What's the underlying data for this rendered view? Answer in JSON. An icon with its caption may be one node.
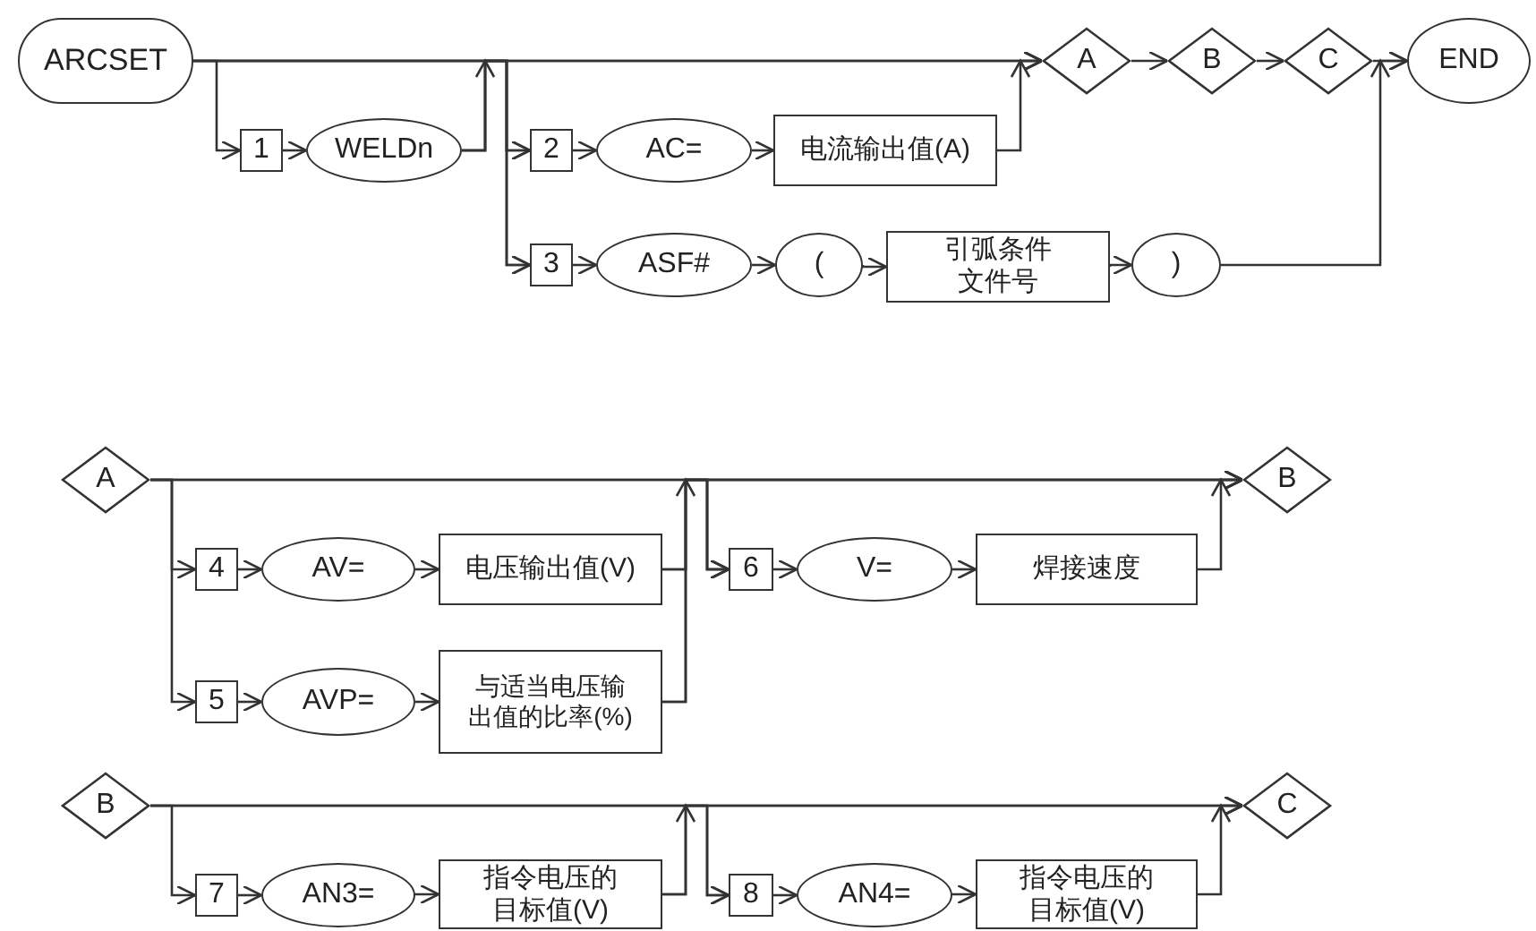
{
  "diagram": {
    "nodes": [
      {
        "text": [
          "ARCSET"
        ]
      },
      {
        "text": [
          "1"
        ]
      },
      {
        "text": [
          "WELDn"
        ]
      },
      {
        "text": [
          "2"
        ]
      },
      {
        "text": [
          "AC="
        ]
      },
      {
        "text": [
          "电流输出值(A)"
        ]
      },
      {
        "text": [
          "3"
        ]
      },
      {
        "text": [
          "ASF#"
        ]
      },
      {
        "text": [
          "("
        ]
      },
      {
        "text": [
          "引弧条件文件号"
        ]
      },
      {
        "text": [
          ")"
        ]
      },
      {
        "text": [
          "A"
        ]
      },
      {
        "text": [
          "B"
        ]
      },
      {
        "text": [
          "C"
        ]
      },
      {
        "text": [
          "END"
        ]
      },
      {
        "text": [
          "A"
        ]
      },
      {
        "text": [
          "4"
        ]
      },
      {
        "text": [
          "AV="
        ]
      },
      {
        "text": [
          "电压输出值(V)"
        ]
      },
      {
        "text": [
          "5"
        ]
      },
      {
        "text": [
          "AVP="
        ]
      },
      {
        "text": [
          "与适当电压输出值的比率(%)"
        ]
      },
      {
        "text": [
          "6"
        ]
      },
      {
        "text": [
          "V="
        ]
      },
      {
        "text": [
          "焊接速度"
        ]
      },
      {
        "text": [
          "B"
        ]
      },
      {
        "text": [
          "B"
        ]
      },
      {
        "text": [
          "7"
        ]
      },
      {
        "text": [
          "AN3="
        ]
      },
      {
        "text": [
          "指令电压的目标值(V)"
        ]
      },
      {
        "text": [
          "8"
        ]
      },
      {
        "text": [
          "AN4="
        ]
      },
      {
        "text": [
          "指令电压的目标值(V)"
        ]
      },
      {
        "text": [
          "C"
        ]
      }
    ],
    "edges": [
      {
        "from": 0,
        "to": 1,
        "arrow": "to"
      },
      {
        "from": 1,
        "to": 2,
        "arrow": "to"
      },
      {
        "from": 0,
        "to": 3,
        "arrow": "to"
      },
      {
        "from": 0,
        "to": 6,
        "arrow": "to"
      },
      {
        "from": 0,
        "to": 11,
        "arrow": "to"
      },
      {
        "from": 2,
        "to": 3,
        "arrow": "to"
      },
      {
        "from": 2,
        "to": 6,
        "arrow": "to"
      },
      {
        "from": 2,
        "to": 11,
        "arrow": "to"
      },
      {
        "from": 3,
        "to": 4,
        "arrow": "to"
      },
      {
        "from": 4,
        "to": 5,
        "arrow": "to"
      },
      {
        "from": 5,
        "to": 11,
        "arrow": "to"
      },
      {
        "from": 6,
        "to": 7,
        "arrow": "to"
      },
      {
        "from": 7,
        "to": 8,
        "arrow": "to"
      },
      {
        "from": 8,
        "to": 9,
        "arrow": "to"
      },
      {
        "from": 9,
        "to": 10,
        "arrow": "to"
      },
      {
        "from": 10,
        "to": 14,
        "arrow": "to"
      },
      {
        "from": 11,
        "to": 12,
        "arrow": "to"
      },
      {
        "from": 12,
        "to": 13,
        "arrow": "to"
      },
      {
        "from": 13,
        "to": 14,
        "arrow": "to"
      },
      {
        "from": 15,
        "to": 16,
        "arrow": "to"
      },
      {
        "from": 15,
        "to": 19,
        "arrow": "to"
      },
      {
        "from": 15,
        "to": 22,
        "arrow": "to"
      },
      {
        "from": 15,
        "to": 25,
        "arrow": "to"
      },
      {
        "from": 16,
        "to": 17,
        "arrow": "to"
      },
      {
        "from": 17,
        "to": 18,
        "arrow": "to"
      },
      {
        "from": 18,
        "to": 22,
        "arrow": "to"
      },
      {
        "from": 18,
        "to": 25,
        "arrow": "to"
      },
      {
        "from": 19,
        "to": 20,
        "arrow": "to"
      },
      {
        "from": 20,
        "to": 21,
        "arrow": "to"
      },
      {
        "from": 21,
        "to": 22,
        "arrow": "to"
      },
      {
        "from": 21,
        "to": 25,
        "arrow": "to"
      },
      {
        "from": 22,
        "to": 23,
        "arrow": "to"
      },
      {
        "from": 23,
        "to": 24,
        "arrow": "to"
      },
      {
        "from": 24,
        "to": 25,
        "arrow": "to"
      },
      {
        "from": 26,
        "to": 27,
        "arrow": "to"
      },
      {
        "from": 26,
        "to": 30,
        "arrow": "to"
      },
      {
        "from": 26,
        "to": 33,
        "arrow": "to"
      },
      {
        "from": 27,
        "to": 28,
        "arrow": "to"
      },
      {
        "from": 28,
        "to": 29,
        "arrow": "to"
      },
      {
        "from": 29,
        "to": 30,
        "arrow": "to"
      },
      {
        "from": 29,
        "to": 33,
        "arrow": "to"
      },
      {
        "from": 30,
        "to": 31,
        "arrow": "to"
      },
      {
        "from": 31,
        "to": 32,
        "arrow": "to"
      },
      {
        "from": 32,
        "to": 33,
        "arrow": "to"
      }
    ]
  }
}
